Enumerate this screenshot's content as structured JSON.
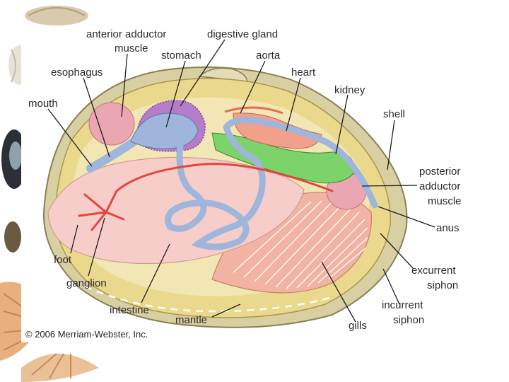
{
  "copyright": "© 2006 Merriam-Webster, Inc.",
  "labels": {
    "anterior_adductor_muscle": [
      "anterior adductor",
      "muscle"
    ],
    "stomach": "stomach",
    "digestive_gland": "digestive gland",
    "aorta": "aorta",
    "heart": "heart",
    "kidney": "kidney",
    "shell": "shell",
    "esophagus": "esophagus",
    "mouth": "mouth",
    "posterior_adductor_muscle": [
      "posterior",
      "adductor",
      "muscle"
    ],
    "anus": "anus",
    "foot": "foot",
    "ganglion": "ganglion",
    "excurrent_siphon": [
      "excurrent",
      "siphon"
    ],
    "incurrent_siphon": [
      "incurrent",
      "siphon"
    ],
    "intestine": "intestine",
    "mantle": "mantle",
    "gills": "gills"
  },
  "colors": {
    "shell_outer": "#d8cfa2",
    "mantle": "#ead98d",
    "foot": "#f6cdc8",
    "gills": "#f3b3a2",
    "intestine": "#9fb5db",
    "kidney": "#7bd36a",
    "heart": "#f1a08b",
    "digestive_gland": "#b57cc9",
    "adductor": "#eaa7b2",
    "nerve": "#e6443f"
  }
}
